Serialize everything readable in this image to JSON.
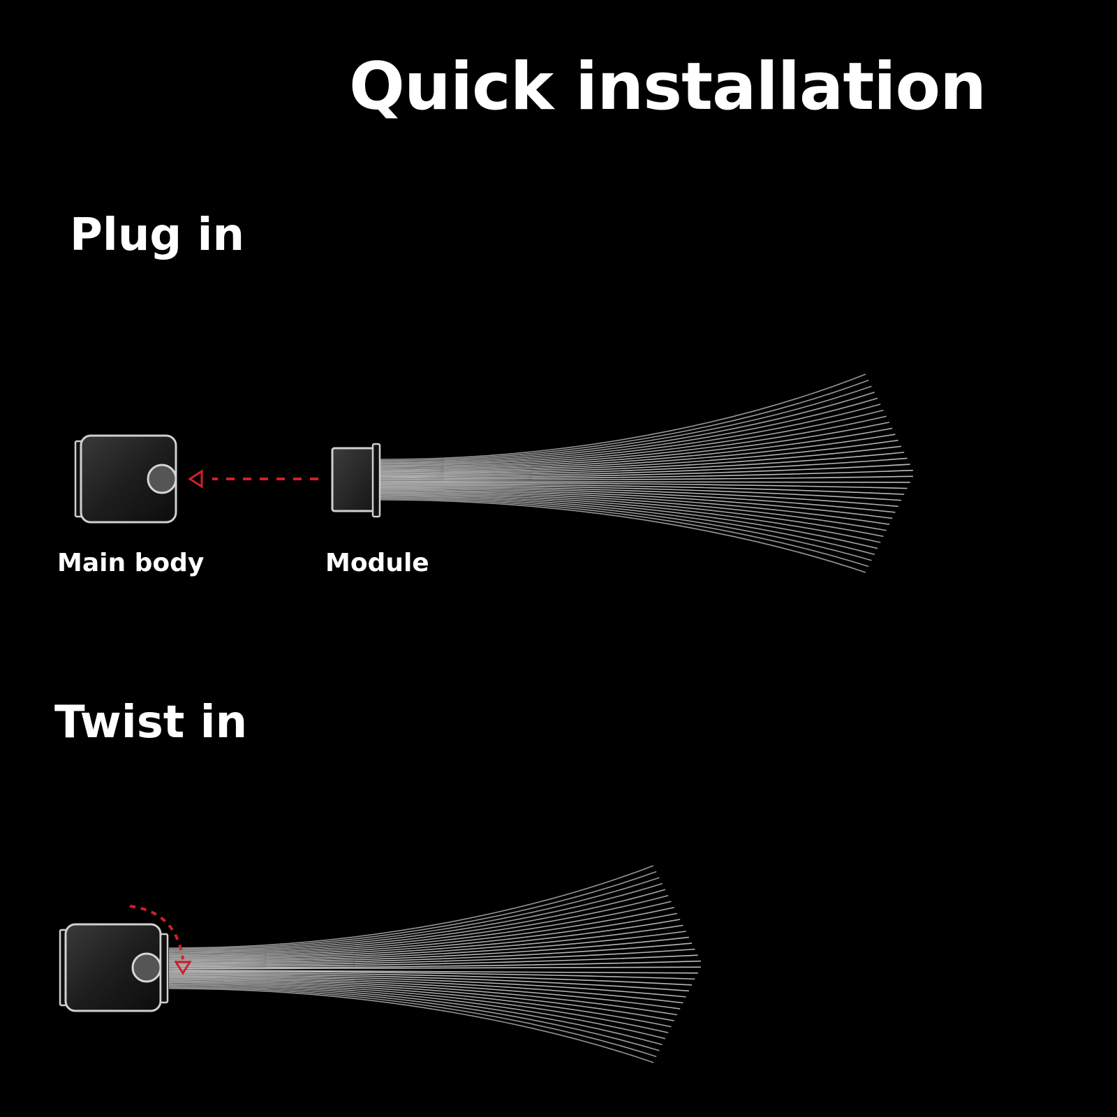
{
  "title": "Quick installation",
  "steps": [
    {
      "heading": "Plug in",
      "labels": [
        "Main body",
        "Module"
      ]
    },
    {
      "heading": "Twist in"
    }
  ],
  "colors": {
    "background": "#000000",
    "text": "#ffffff",
    "outline": "#d0d0d0",
    "fiber": "#c8c8c8",
    "arrow": "#d0202a"
  },
  "icons": {
    "main_body": "main-body-icon",
    "module": "module-icon",
    "fiber_bundle": "fiber-optic-bundle",
    "plug_arrow": "dashed-arrow-left",
    "twist_arrow": "curved-dashed-arrow"
  }
}
